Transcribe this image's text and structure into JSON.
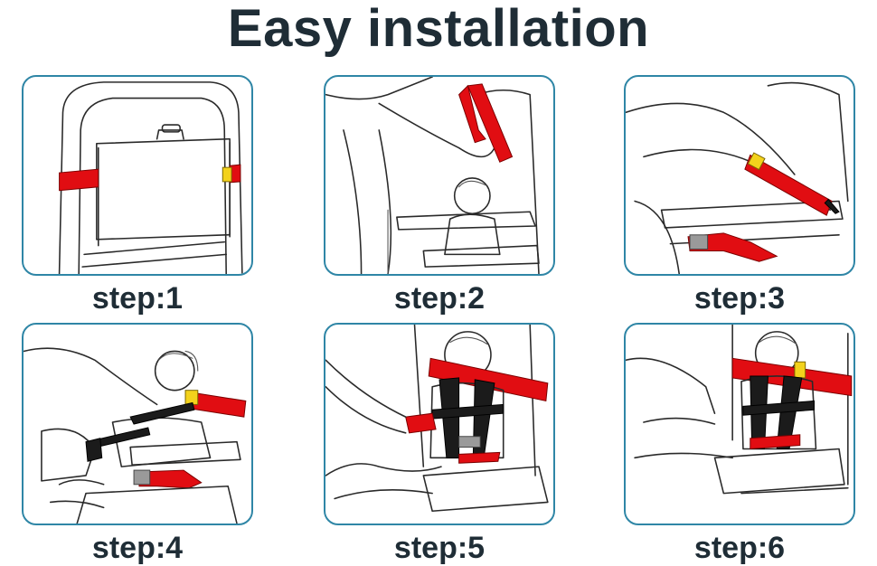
{
  "title": "Easy installation",
  "colors": {
    "strap": "#e10d12",
    "buckle": "#f3d21c",
    "harness": "#1b1b1b",
    "frame": "#2f86a6",
    "text": "#1f2d36"
  },
  "steps": [
    {
      "label": "step:1"
    },
    {
      "label": "step:2"
    },
    {
      "label": "step:3"
    },
    {
      "label": "step:4"
    },
    {
      "label": "step:5"
    },
    {
      "label": "step:6"
    }
  ]
}
